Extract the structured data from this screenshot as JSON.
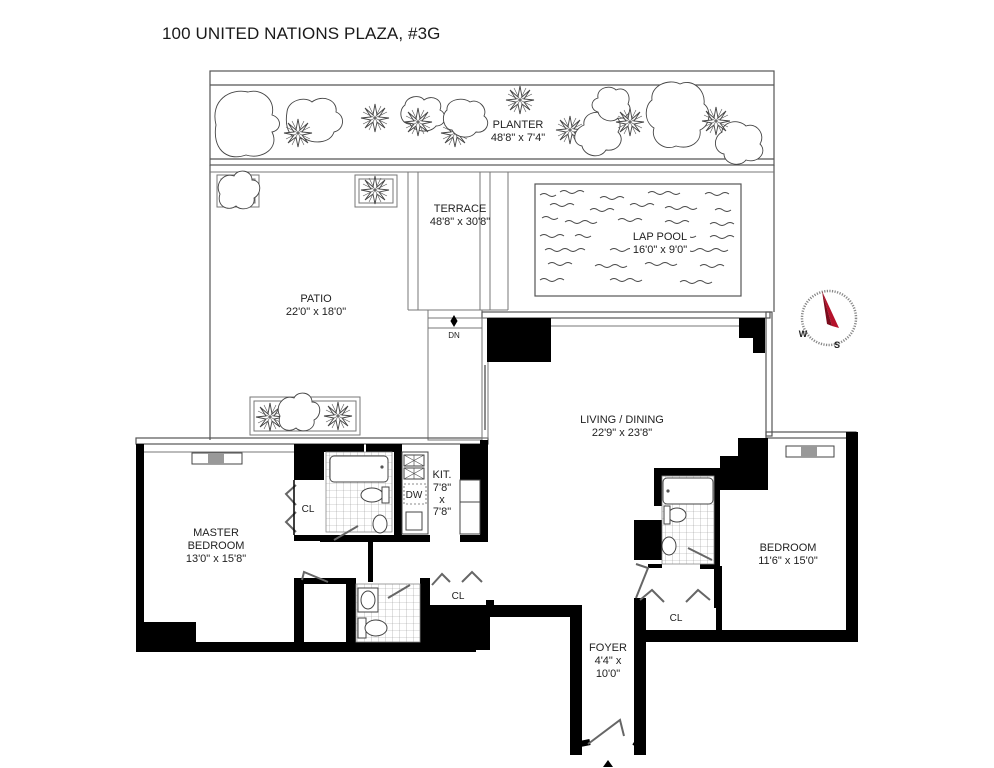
{
  "header": {
    "title": "100 UNITED NATIONS PLAZA, #3G"
  },
  "rooms": {
    "planter": {
      "name": "PLANTER",
      "dims": "48'8\" x 7'4\""
    },
    "terrace": {
      "name": "TERRACE",
      "dims": "48'8\" x 30'8\""
    },
    "lap_pool": {
      "name": "LAP POOL",
      "dims": "16'0\" x 9'0\""
    },
    "patio": {
      "name": "PATIO",
      "dims": "22'0\" x 18'0\""
    },
    "living_dining": {
      "name": "LIVING / DINING",
      "dims": "22'9\" x 23'8\""
    },
    "master_bedroom": {
      "name_line1": "MASTER",
      "name_line2": "BEDROOM",
      "dims": "13'0\" x 15'8\""
    },
    "kitchen": {
      "name": "KIT.",
      "dim1": "7'8\"",
      "x": "x",
      "dim2": "7'8\""
    },
    "bedroom": {
      "name": "BEDROOM",
      "dims": "11'6\" x 15'0\""
    },
    "foyer": {
      "name": "FOYER",
      "dim1": "4'4\" x",
      "dim2": "10'0\""
    }
  },
  "labels": {
    "closet_master": "CL",
    "closet_hall": "CL",
    "closet_bedroom": "CL",
    "dishwasher": "DW",
    "stairs_down": "DN"
  },
  "compass": {
    "west": "W",
    "south": "S",
    "needle_color": "#b5122b"
  },
  "colors": {
    "wall": "#000000",
    "line": "#555555",
    "background": "#ffffff"
  }
}
